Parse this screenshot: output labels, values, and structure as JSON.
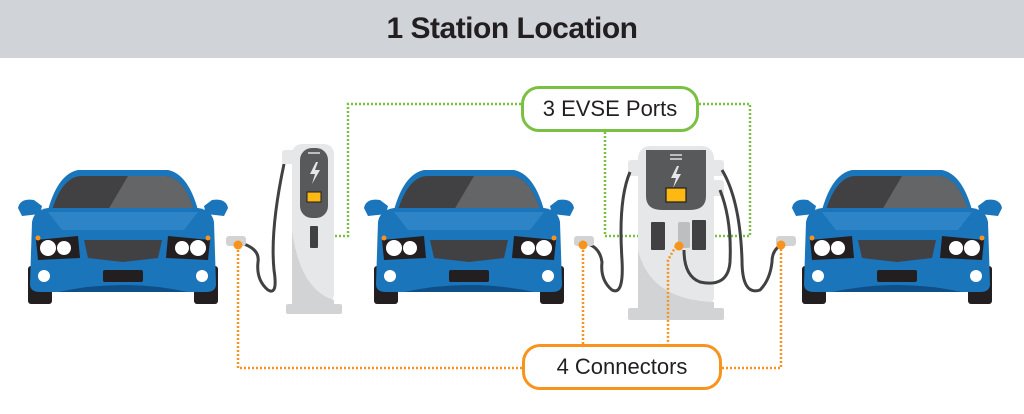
{
  "header": {
    "title": "1 Station Location"
  },
  "labels": {
    "evse_ports": "3 EVSE Ports",
    "connectors": "4 Connectors"
  },
  "colors": {
    "header_bg": "#d0d4d8",
    "car_body": "#1b75bb",
    "evse_line": "#7ac143",
    "connector_line": "#f7941d",
    "station_body": "#e6e7e8",
    "station_panel": "#58595b",
    "screen": "#fdb913"
  },
  "diagram": {
    "cars": [
      "car-left",
      "car-middle",
      "car-right"
    ],
    "chargers": [
      {
        "id": "single-port-charger",
        "ports": 1,
        "connectors": 1
      },
      {
        "id": "dual-port-charger",
        "ports": 2,
        "connectors": 3
      }
    ],
    "totals": {
      "stations": 1,
      "evse_ports": 3,
      "connectors": 4
    }
  }
}
